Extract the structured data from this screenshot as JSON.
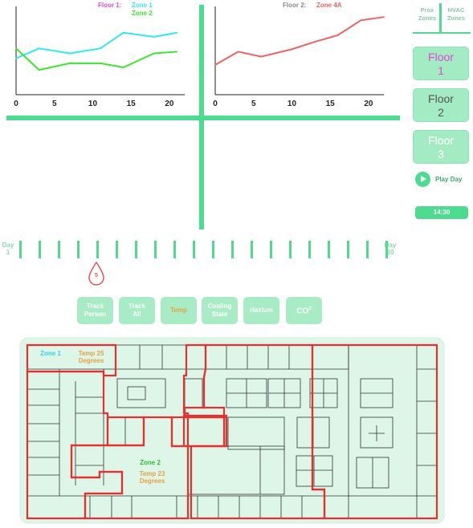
{
  "charts": {
    "floor1": {
      "legend_title": "Floor 1:",
      "chart_data": {
        "type": "line",
        "x": [
          0,
          3,
          7,
          11,
          14,
          18,
          21
        ],
        "xticks": [
          0,
          5,
          10,
          15,
          20
        ],
        "xlim": [
          0,
          22
        ],
        "ylim": [
          0,
          10
        ],
        "series": [
          {
            "name": "Zone 1",
            "color": "#2ee8f2",
            "values": [
              4.4,
              5.6,
              5.0,
              5.6,
              7.5,
              7.0,
              7.5
            ]
          },
          {
            "name": "Zone 2",
            "color": "#39e72a",
            "values": [
              5.6,
              3.0,
              3.8,
              3.8,
              3.3,
              5.0,
              5.2
            ]
          }
        ]
      }
    },
    "floor2": {
      "legend_title": "Floor 2:",
      "chart_data": {
        "type": "line",
        "x": [
          0,
          3,
          6,
          10,
          13,
          16,
          19,
          22
        ],
        "xticks": [
          0,
          5,
          10,
          15,
          20
        ],
        "xlim": [
          0,
          22
        ],
        "ylim": [
          0,
          10
        ],
        "series": [
          {
            "name": "Zone 4A",
            "color": "#f26060",
            "values": [
              3.6,
              5.2,
              4.6,
              5.5,
              6.4,
              7.2,
              9.0,
              9.4
            ]
          }
        ]
      }
    }
  },
  "view_modes": [
    {
      "label_1": "Prox",
      "label_2": "Zones"
    },
    {
      "label_1": "HVAC",
      "label_2": "Zones"
    }
  ],
  "floors": [
    {
      "label": "Floor",
      "num": "1",
      "text_color": "#e045d8"
    },
    {
      "label": "Floor",
      "num": "2",
      "text_color": "#555555"
    },
    {
      "label": "Floor",
      "num": "3",
      "text_color": "#ffffff"
    }
  ],
  "play_label": "Play Day",
  "time": "14:30",
  "timeline": {
    "start_label_1": "Day",
    "start_label_2": "1",
    "end_label_1": "Day",
    "end_label_2": "20",
    "marker_value": "5",
    "marker_color": "#e05555"
  },
  "buttons": [
    {
      "label_1": "Track",
      "label_2": "Person",
      "active": false
    },
    {
      "label_1": "Track",
      "label_2": "All",
      "active": false
    },
    {
      "label_1": "Temp",
      "label_2": "",
      "active": true
    },
    {
      "label_1": "Cooling",
      "label_2": "State",
      "active": false
    },
    {
      "label_1": "Hazium",
      "label_2": "",
      "active": false
    },
    {
      "label_1": "CO",
      "label_2": "2",
      "active": false
    }
  ],
  "floorplan": {
    "zone1_label": "Zone 1",
    "zone1_temp_1": "Temp 25",
    "zone1_temp_2": "Degrees",
    "zone2_label": "Zone 2",
    "zone2_temp_1": "Temp 23",
    "zone2_temp_2": "Degrees",
    "zone_label_color": "#2bd6e6",
    "zone2_label_color": "#2bc02b",
    "temp_color": "#e8a040",
    "plan_bg": "#ddf6e8",
    "zone_border": "#e63030"
  }
}
